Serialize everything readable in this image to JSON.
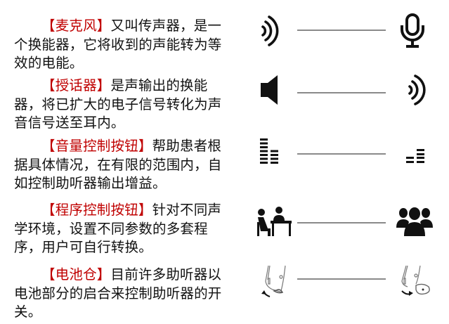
{
  "colors": {
    "highlight": "#c00000",
    "text": "#111111",
    "connector": "#8a8a8a"
  },
  "items": [
    {
      "term": "【麦克风】",
      "description": "又叫传声器，是一个换能器，它将收到的声能转为等效的电能。",
      "left_icon": "sound-waves-icon",
      "right_icon": "microphone-icon"
    },
    {
      "term": "【授话器】",
      "description": "是声输出的换能器，将已扩大的电子信号转化为声音信号送至耳内。",
      "left_icon": "speaker-icon",
      "right_icon": "sound-waves-icon"
    },
    {
      "term": "【音量控制按钮】",
      "description": "帮助患者根据具体情况，在有限的范围内，自如控制助听器输出增益。",
      "left_icon": "volume-bars-high-icon",
      "right_icon": "volume-bars-low-icon"
    },
    {
      "term": "【程序控制按钮】",
      "description": "针对不同声学环境，设置不同参数的多套程序，用户可自行转换。",
      "left_icon": "meeting-desk-icon",
      "right_icon": "group-people-icon"
    },
    {
      "term": "【电池仓】",
      "description": "目前许多助听器以电池部分的启合来控制助听器的开关。",
      "left_icon": "battery-door-closed-icon",
      "right_icon": "battery-door-open-icon"
    }
  ]
}
